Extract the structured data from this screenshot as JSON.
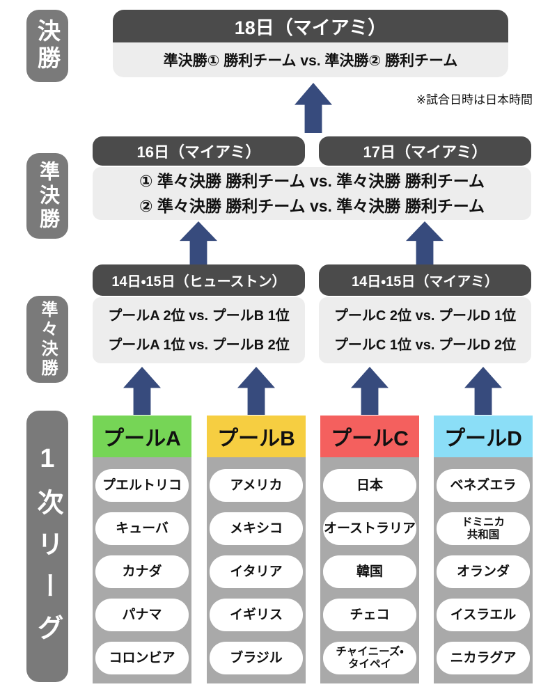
{
  "note": "※試合日時は日本時間",
  "colors": {
    "stage_label_gray": "#7A7A7A",
    "date_header_gray": "#4B4B4B",
    "match_body_gray": "#EDEDED",
    "pool_column_gray": "#A9A9A9",
    "arrow_navy": "#374B7D",
    "pool_a_green": "#76D556",
    "pool_b_yellow": "#F6CE41",
    "pool_c_red": "#F4605E",
    "pool_d_blue": "#8BDEF7"
  },
  "stages": {
    "final_label": "決勝",
    "semifinal_label": "準決勝",
    "quarterfinal_label": "準々決勝",
    "first_round_label": "1次リーグ"
  },
  "final": {
    "header": "18日（マイアミ）",
    "match": "準決勝① 勝利チーム vs. 準決勝② 勝利チーム"
  },
  "semifinal": {
    "header_left": "16日（マイアミ）",
    "header_right": "17日（マイアミ）",
    "match1": "① 準々決勝 勝利チーム vs. 準々決勝 勝利チーム",
    "match2": "② 準々決勝 勝利チーム vs. 準々決勝 勝利チーム"
  },
  "quarterfinal": {
    "left": {
      "header": "14日・15日（ヒューストン）",
      "match1": "プールA 2位 vs. プールB 1位",
      "match2": "プールA 1位 vs. プールB 2位"
    },
    "right": {
      "header": "14日・15日（マイアミ）",
      "match1": "プールC 2位 vs. プールD 1位",
      "match2": "プールC 1位 vs. プールD 2位"
    }
  },
  "pools": [
    {
      "name": "プールA",
      "color": "#76D556",
      "teams": [
        "プエルトリコ",
        "キューバ",
        "カナダ",
        "パナマ",
        "コロンビア"
      ]
    },
    {
      "name": "プールB",
      "color": "#F6CE41",
      "teams": [
        "アメリカ",
        "メキシコ",
        "イタリア",
        "イギリス",
        "ブラジル"
      ]
    },
    {
      "name": "プールC",
      "color": "#F4605E",
      "teams": [
        "日本",
        "オーストラリア",
        "韓国",
        "チェコ",
        "チャイニーズ・\nタイペイ"
      ]
    },
    {
      "name": "プールD",
      "color": "#8BDEF7",
      "teams": [
        "ベネズエラ",
        "ドミニカ\n共和国",
        "オランダ",
        "イスラエル",
        "ニカラグア"
      ]
    }
  ]
}
